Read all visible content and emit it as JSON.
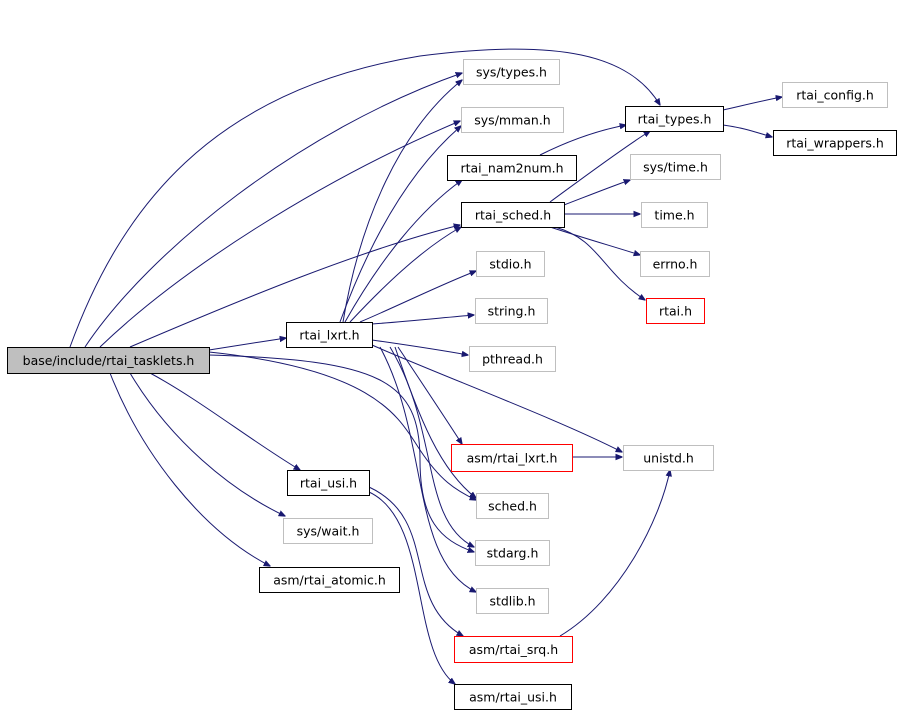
{
  "graph": {
    "colors": {
      "edge": "#191970",
      "root_fill": "#bfbfbf",
      "documented_border": "#000000",
      "undocumented_border": "#bfbfbf",
      "incomplete_border": "#ff0000"
    },
    "nodes": [
      {
        "id": "rtai_tasklets",
        "label": "base/include/rtai_tasklets.h",
        "style": "root"
      },
      {
        "id": "sys_types",
        "label": "sys/types.h",
        "style": "undocumented"
      },
      {
        "id": "sys_mman",
        "label": "sys/mman.h",
        "style": "undocumented"
      },
      {
        "id": "rtai_nam2num",
        "label": "rtai_nam2num.h",
        "style": "documented"
      },
      {
        "id": "rtai_sched",
        "label": "rtai_sched.h",
        "style": "documented"
      },
      {
        "id": "stdio",
        "label": "stdio.h",
        "style": "undocumented"
      },
      {
        "id": "string",
        "label": "string.h",
        "style": "undocumented"
      },
      {
        "id": "rtai_lxrt",
        "label": "rtai_lxrt.h",
        "style": "documented"
      },
      {
        "id": "pthread",
        "label": "pthread.h",
        "style": "undocumented"
      },
      {
        "id": "rtai_types",
        "label": "rtai_types.h",
        "style": "documented"
      },
      {
        "id": "rtai_config",
        "label": "rtai_config.h",
        "style": "undocumented"
      },
      {
        "id": "rtai_wrappers",
        "label": "rtai_wrappers.h",
        "style": "documented"
      },
      {
        "id": "sys_time",
        "label": "sys/time.h",
        "style": "undocumented"
      },
      {
        "id": "time",
        "label": "time.h",
        "style": "undocumented"
      },
      {
        "id": "errno",
        "label": "errno.h",
        "style": "undocumented"
      },
      {
        "id": "rtai",
        "label": "rtai.h",
        "style": "incomplete"
      },
      {
        "id": "asm_rtai_lxrt",
        "label": "asm/rtai_lxrt.h",
        "style": "incomplete"
      },
      {
        "id": "unistd",
        "label": "unistd.h",
        "style": "undocumented"
      },
      {
        "id": "rtai_usi",
        "label": "rtai_usi.h",
        "style": "documented"
      },
      {
        "id": "sys_wait",
        "label": "sys/wait.h",
        "style": "undocumented"
      },
      {
        "id": "asm_rtai_atomic",
        "label": "asm/rtai_atomic.h",
        "style": "documented"
      },
      {
        "id": "sched",
        "label": "sched.h",
        "style": "undocumented"
      },
      {
        "id": "stdarg",
        "label": "stdarg.h",
        "style": "undocumented"
      },
      {
        "id": "stdlib",
        "label": "stdlib.h",
        "style": "undocumented"
      },
      {
        "id": "asm_rtai_srq",
        "label": "asm/rtai_srq.h",
        "style": "incomplete"
      },
      {
        "id": "asm_rtai_usi",
        "label": "asm/rtai_usi.h",
        "style": "documented"
      }
    ],
    "edges": [
      {
        "from": "rtai_tasklets",
        "to": "rtai_types"
      },
      {
        "from": "rtai_tasklets",
        "to": "sys_types"
      },
      {
        "from": "rtai_tasklets",
        "to": "sys_mman"
      },
      {
        "from": "rtai_tasklets",
        "to": "rtai_sched"
      },
      {
        "from": "rtai_tasklets",
        "to": "rtai_lxrt"
      },
      {
        "from": "rtai_tasklets",
        "to": "rtai_usi"
      },
      {
        "from": "rtai_tasklets",
        "to": "sys_wait"
      },
      {
        "from": "rtai_tasklets",
        "to": "asm_rtai_atomic"
      },
      {
        "from": "rtai_tasklets",
        "to": "stdarg"
      },
      {
        "from": "rtai_tasklets",
        "to": "sched"
      },
      {
        "from": "rtai_lxrt",
        "to": "sys_types"
      },
      {
        "from": "rtai_lxrt",
        "to": "sys_mman"
      },
      {
        "from": "rtai_lxrt",
        "to": "rtai_nam2num"
      },
      {
        "from": "rtai_lxrt",
        "to": "rtai_sched"
      },
      {
        "from": "rtai_lxrt",
        "to": "stdio"
      },
      {
        "from": "rtai_lxrt",
        "to": "string"
      },
      {
        "from": "rtai_lxrt",
        "to": "pthread"
      },
      {
        "from": "rtai_lxrt",
        "to": "unistd"
      },
      {
        "from": "rtai_lxrt",
        "to": "asm_rtai_lxrt"
      },
      {
        "from": "rtai_lxrt",
        "to": "sched"
      },
      {
        "from": "rtai_lxrt",
        "to": "stdarg"
      },
      {
        "from": "rtai_lxrt",
        "to": "stdlib"
      },
      {
        "from": "rtai_nam2num",
        "to": "rtai_types"
      },
      {
        "from": "rtai_sched",
        "to": "rtai_types"
      },
      {
        "from": "rtai_sched",
        "to": "sys_time"
      },
      {
        "from": "rtai_sched",
        "to": "time"
      },
      {
        "from": "rtai_sched",
        "to": "errno"
      },
      {
        "from": "rtai_sched",
        "to": "rtai"
      },
      {
        "from": "rtai_types",
        "to": "rtai_config"
      },
      {
        "from": "rtai_types",
        "to": "rtai_wrappers"
      },
      {
        "from": "asm_rtai_lxrt",
        "to": "unistd"
      },
      {
        "from": "rtai_usi",
        "to": "asm_rtai_srq"
      },
      {
        "from": "rtai_usi",
        "to": "asm_rtai_usi"
      },
      {
        "from": "asm_rtai_srq",
        "to": "unistd"
      }
    ]
  }
}
